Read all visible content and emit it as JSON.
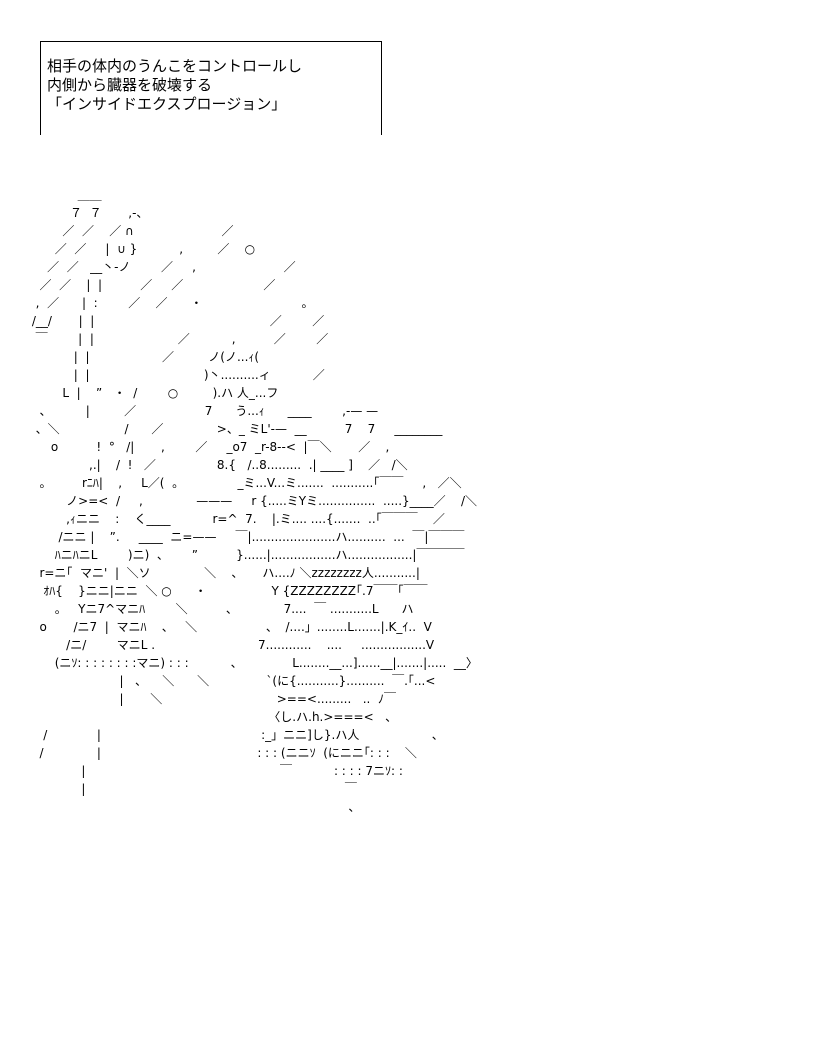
{
  "caption": {
    "lines": [
      "相手の体内のうんこをコントロールし",
      "内側から臓器を破壊する",
      "「インサイドエクスプロージョン」"
    ]
  },
  "art": {
    "text": "             ＿＿\n           ７  ７       ,-、\n         ／  ／    ／ ∩                       ／\n       ／  ／     |  ∪ }           ,         ／    ○\n     ／  ／   __丶-ノ        ／     ,                       ／\n   ／  ／    |  |          ／     ／                     ／\n  ,  ／      |  :        ／    ／      ・                          。\n /__/       |  |                                              ／        ／\n  ￣        |  |                      ／           ,          ／        ／\n            |  |                   ／         ノ(ノ...ｨ(\n            |  |                              )丶..........ィ           ／\n         L  |    ”   ・  /        ○         ).ハ 人_...フ\n   、         |         ／                  7      う...ｨ      ____        ,-— —\n  、＼                 /      ／              >、_ ミL'-—  __          7    7     ________\n      o          !  °   /|       ,        ／     _o7  _r-8-‐<  |￣＼       ／    ,\n                ,.|    /  !   ／                8.{   /..8.........  .| ____ ]    ／   /＼\n   。        rﾆﾊ|    ,     L／(  。              _ミ...V...ミ.......  ...........｢￣￣     ,   ／＼\n          ノ>=<  /     ,              ———     r {.....ミYミ...............  .....}____／    /＼\n          ,ｨニニ    :    く____           r=^  7.    |.ミ.... ....{.......  ..｢￣￣￣    ／\n        /ニニ |    ”.     ____  ニ=——     ￣|......................ハ..........  ...  ￣|￣￣￣\n       ﾊニﾊニL        )ニ)  、      ”          }......|.................ハ.................|￣￣￣￣\n   r=ニ｢  マニ'  |  ＼ソ              ＼    、     ハ....ﾉ ＼zzzzzzzz人...........|\n    ｵﾊ{    }ニニ|ニニ  ＼ ○      ・                 Y {ZZZZZZZZ｢.7￣￣｢￣￣\n       。   Yニ7^マニﾊ        ＼          、            7....  ￣ ...........L      ハ\n   o       /ニ7  |  マニﾊ    、   ＼                  、  /....」........L.......|.K_ｲ..  V\n          /ニ/        マニL .                           7............    ....     .................V\n       (ニｿ: : : : : : : :マニ) : : :           、             L........__...]......__|.......|.....  __〉\n                        |   、    ＼      ＼               ˋ(に{...........}..........  ￣.｢...<\n                        |       ＼                              >==<.........   ..  ﾉ￣\n                                                               〈し.ハ.h.>===<   、\n    /             |                                          :_」ニニ]し}.ハ人                   、\n   /              |                                         : : : (ニニｿ  (にニニ｢: : :    ＼\n              |                                                   ￣           : : : : 7ニｿ: :\n              |                                                                    ￣\n                                                                                    、"
  }
}
